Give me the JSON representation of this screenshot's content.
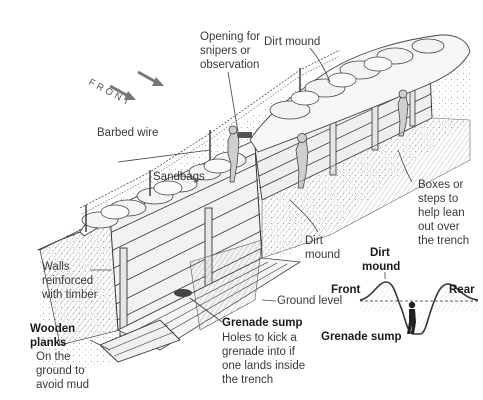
{
  "compass": {
    "front": "FRONT"
  },
  "labels": {
    "barbed_wire": "Barbed wire",
    "sandbags": "Sandbags",
    "opening": [
      "Opening for",
      "snipers or",
      "observation"
    ],
    "dirt_mound_top": "Dirt mound",
    "dirt_mound_mid": [
      "Dirt",
      "mound"
    ],
    "boxes": [
      "Boxes or",
      "steps to",
      "help lean",
      "out over",
      "the trench"
    ],
    "walls": [
      "Walls",
      "reinforced",
      "with timber"
    ],
    "wooden_planks_title": [
      "Wooden",
      "planks"
    ],
    "wooden_planks_desc": [
      "On the",
      "ground to",
      "avoid mud"
    ],
    "grenade_sump_title": "Grenade sump",
    "grenade_sump_desc": [
      "Holes to kick a",
      "grenade into if",
      "one lands inside",
      "the trench"
    ]
  },
  "inset": {
    "dirt_mound": [
      "Dirt",
      "mound"
    ],
    "front": "Front",
    "rear": "Rear",
    "ground_level": "Ground level",
    "grenade_sump": "Grenade sump"
  }
}
